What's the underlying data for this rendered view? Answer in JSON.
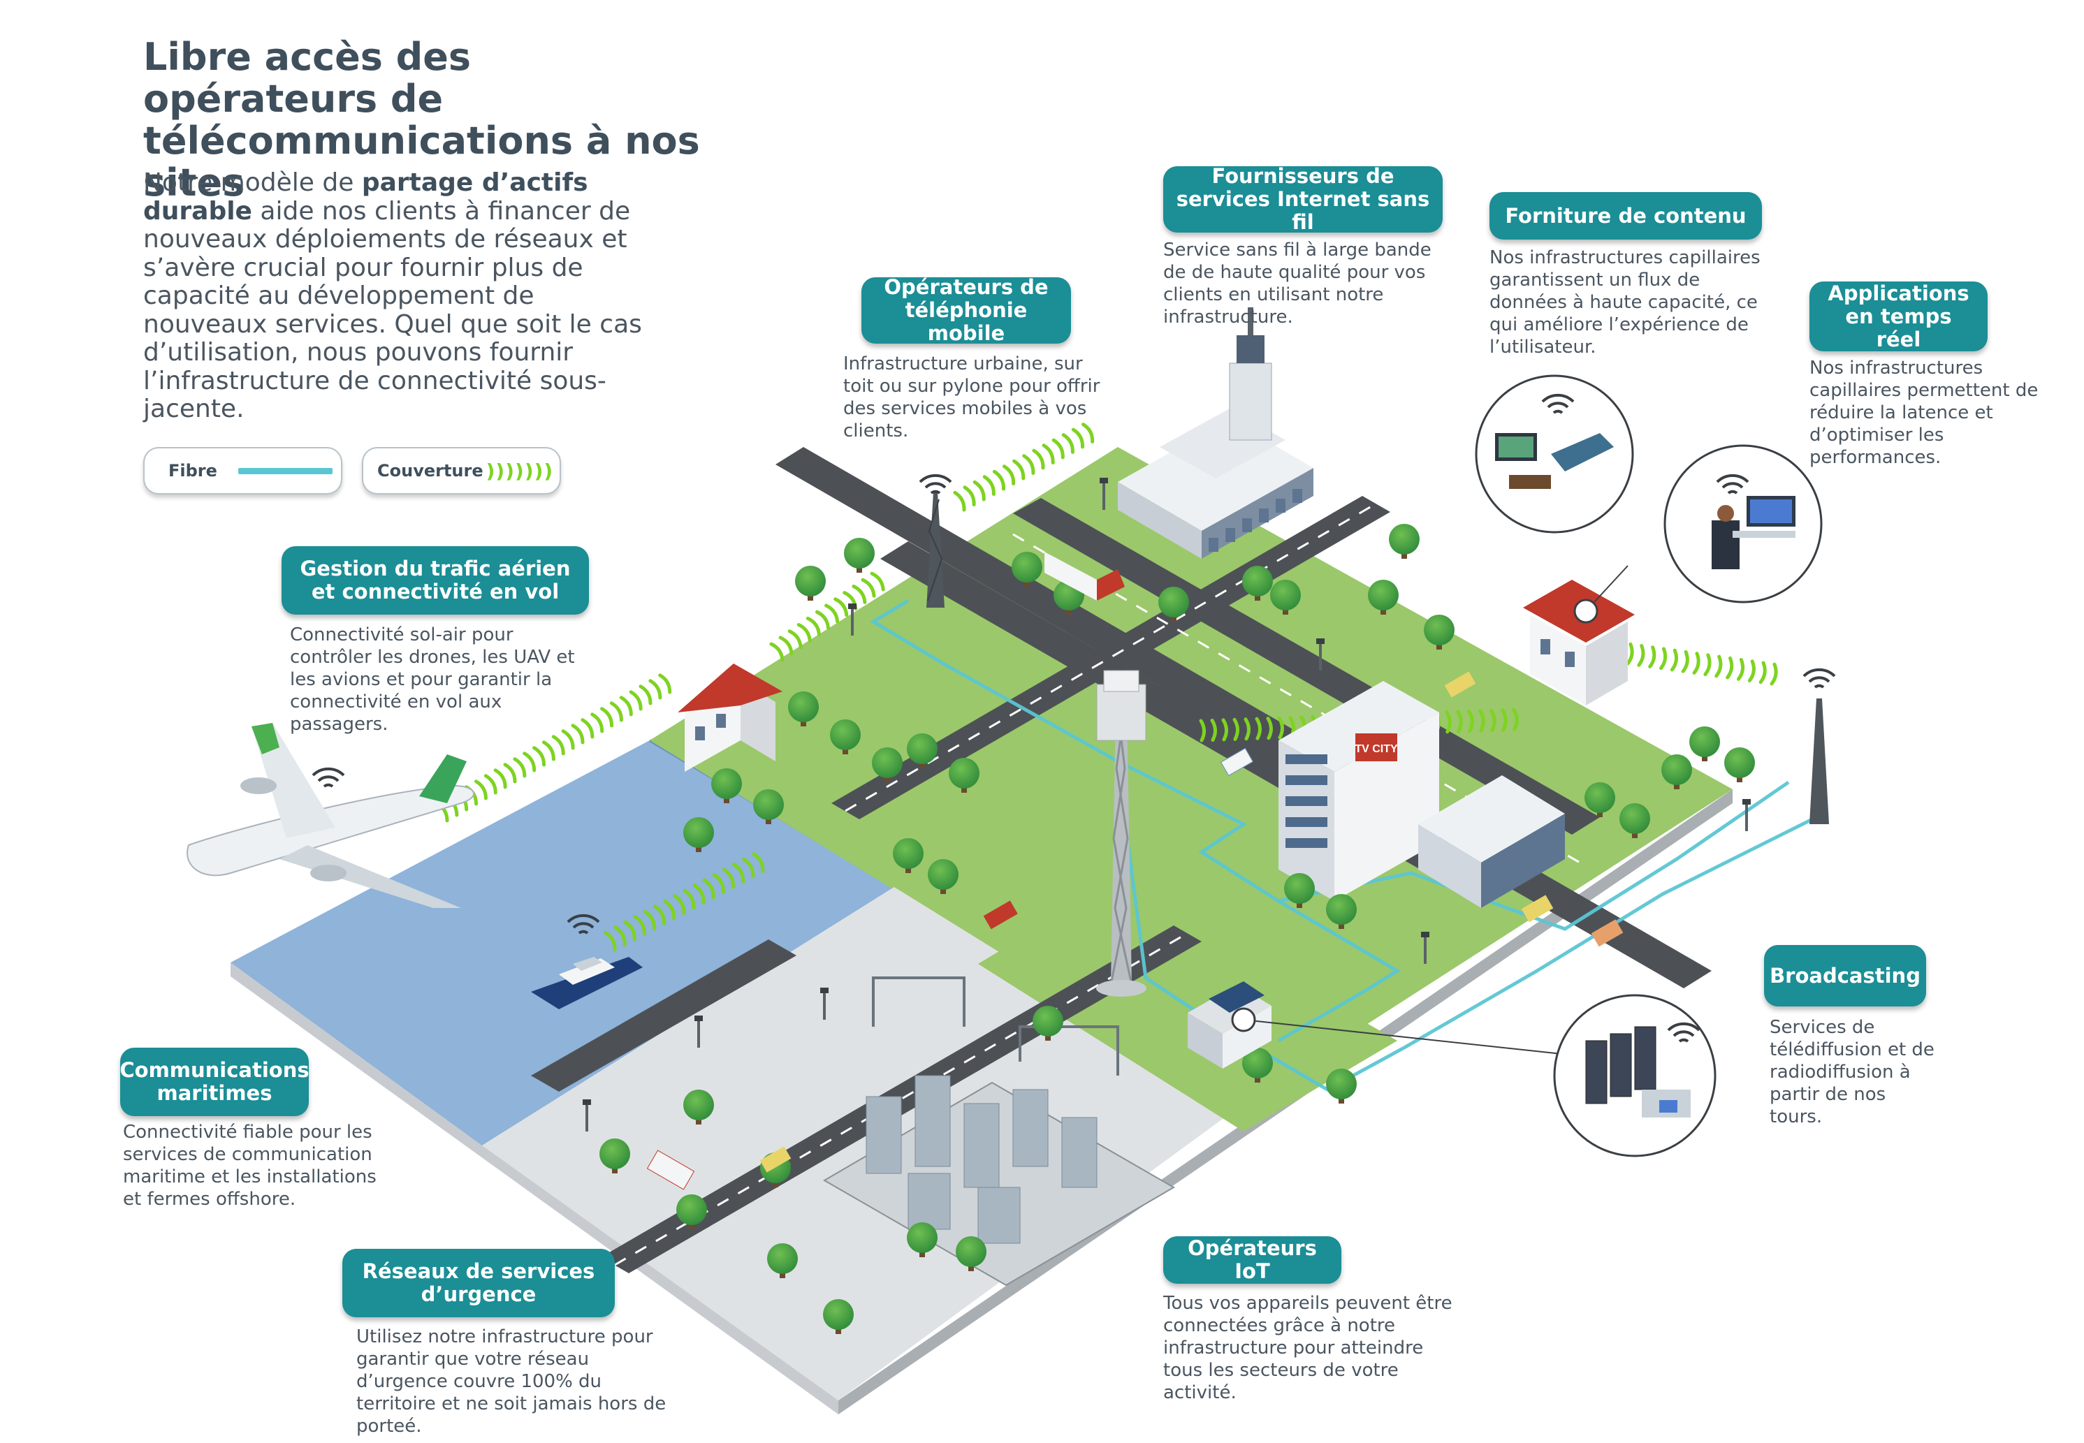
{
  "header": {
    "title": "Libre accès des opérateurs de télécommunications à nos sites",
    "intro_before": "Notre modèle de ",
    "intro_bold": "partage d’actifs durable",
    "intro_after": " aide nos clients à financer de nouveaux déploiements de réseaux et s’avère crucial pour fournir plus de capacité au développement de nouveaux services. Quel que soit le cas d’utilisation, nous pouvons fournir l’infrastructure de connectivité sous-jacente."
  },
  "legend": {
    "fibre_label": "Fibre",
    "coverage_label": "Couverture",
    "coverage_symbol": ")))))))"
  },
  "callouts": {
    "trafic": {
      "title": "Gestion du trafic aérien et connectivité en vol",
      "text": "Connectivité sol-air pour contrôler les drones, les UAV et les avions et pour garantir la connectivité en vol aux passagers."
    },
    "mobile": {
      "title": "Opérateurs de téléphonie mobile",
      "text": "Infrastructure urbaine, sur toit ou sur pylone pour offrir des services mobiles à vos clients."
    },
    "wireless": {
      "title": "Fournisseurs de services Internet sans fil",
      "text": "Service sans fil à large bande de de haute qualité pour vos clients en utilisant notre infrastructure."
    },
    "contenu": {
      "title": "Forniture de contenu",
      "text": "Nos infrastructures capillaires garantissent un flux de données à haute capacité, ce qui améliore l’expérience de l’utilisateur."
    },
    "realtime": {
      "title": "Applications en temps réel",
      "text": "Nos infrastructures capillaires permettent de réduire la latence et d’optimiser les performances."
    },
    "maritime": {
      "title": "Communications maritimes",
      "text": "Connectivité fiable pour les services de communication maritime et les installations et fermes offshore."
    },
    "urgence": {
      "title": "Réseaux de services d’urgence",
      "text": "Utilisez notre infrastructure pour garantir que votre réseau d’urgence couvre 100% du territoire et ne soit jamais hors de porteé."
    },
    "iot": {
      "title": "Opérateurs IoT",
      "text": "Tous vos appareils peuvent être connectées grâce à notre infrastructure pour atteindre tous les secteurs de votre activité."
    },
    "broadcasting": {
      "title": "Broadcasting",
      "text": "Services de télédiffusion et de radiodiffusion à partir de nos tours."
    }
  },
  "scene": {
    "building_sign": "TV CITY"
  },
  "colors": {
    "accent_teal": "#1b8e96",
    "fibre": "#5bc6d3",
    "coverage": "#7ed321",
    "water": "#8fb3d9",
    "grass": "#9bc86a",
    "road": "#4d5156"
  }
}
